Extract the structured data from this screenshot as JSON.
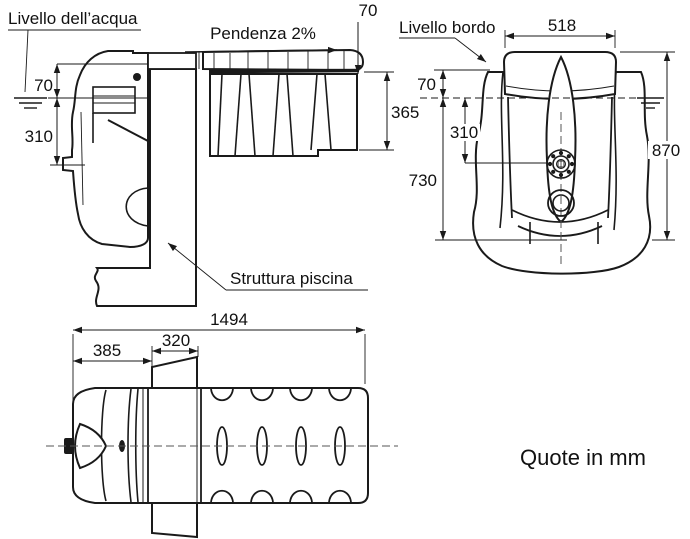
{
  "labels": {
    "water_level": "Livello dell’acqua",
    "slope": "Pendenza 2%",
    "edge_level": "Livello bordo",
    "pool_structure": "Struttura piscina",
    "units_note": "Quote in mm"
  },
  "side_view": {
    "dim_deck_to_water": "70",
    "dim_water_to_nozzle": "310",
    "dim_lid_drop": "70",
    "dim_body_height": "365"
  },
  "front_view": {
    "dim_width": "518",
    "dim_rim_to_water": "70",
    "dim_water_to_flange": "310",
    "dim_water_to_bottom": "730",
    "dim_total_height": "870"
  },
  "plan_view": {
    "dim_total_length": "1494",
    "dim_front_length": "385",
    "dim_wall_thickness": "320"
  },
  "colors": {
    "wall_fill": "#F7CDA0",
    "line": "#1a1a1a"
  }
}
